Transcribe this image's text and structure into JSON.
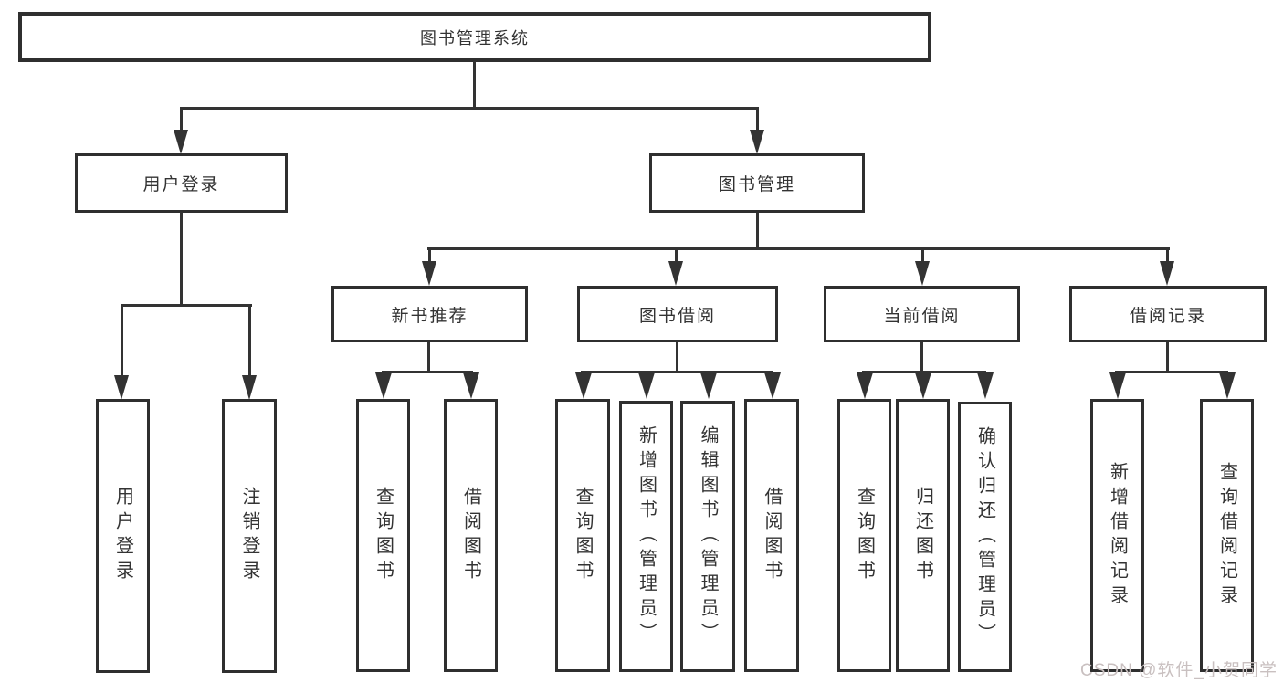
{
  "diagram_title": "图书管理系统",
  "tree": {
    "label": "图书管理系统",
    "children": [
      {
        "label": "用户登录",
        "children": [
          {
            "label": "用户登录"
          },
          {
            "label": "注销登录"
          }
        ]
      },
      {
        "label": "图书管理",
        "children": [
          {
            "label": "新书推荐",
            "children": [
              {
                "label": "查询图书"
              },
              {
                "label": "借阅图书"
              }
            ]
          },
          {
            "label": "图书借阅",
            "children": [
              {
                "label": "查询图书"
              },
              {
                "label": "新增图书（管理员）"
              },
              {
                "label": "编辑图书（管理员）"
              },
              {
                "label": "借阅图书"
              }
            ]
          },
          {
            "label": "当前借阅",
            "children": [
              {
                "label": "查询图书"
              },
              {
                "label": "归还图书"
              },
              {
                "label": "确认归还（管理员）"
              }
            ]
          },
          {
            "label": "借阅记录",
            "children": [
              {
                "label": "新增借阅记录"
              },
              {
                "label": "查询借阅记录"
              }
            ]
          }
        ]
      }
    ]
  },
  "watermark": {
    "text": "CSDN @软件_小贺同学"
  },
  "colors": {
    "line": "#333333",
    "box_border": "#2f2f2f",
    "text": "#333333",
    "watermark": "#c9c0c0",
    "background": "#ffffff"
  }
}
